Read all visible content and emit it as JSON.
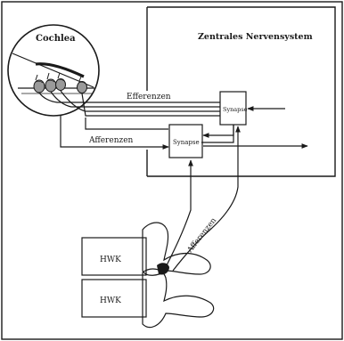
{
  "labels": {
    "cochlea": "Cochlea",
    "cns": "Zentrales Nervensystem",
    "efferenzen": "Efferenzen",
    "afferenzen_left": "Afferenzen",
    "synapse_upper": "Synapse",
    "synapse_lower": "Synapse",
    "afferenzen_diag": "Afferenzen",
    "hwk_upper": "HWK",
    "hwk_lower": "HWK"
  },
  "colors": {
    "ink": "#1a1a1a",
    "stipple": "#bdbdbd",
    "background": "#ffffff"
  }
}
